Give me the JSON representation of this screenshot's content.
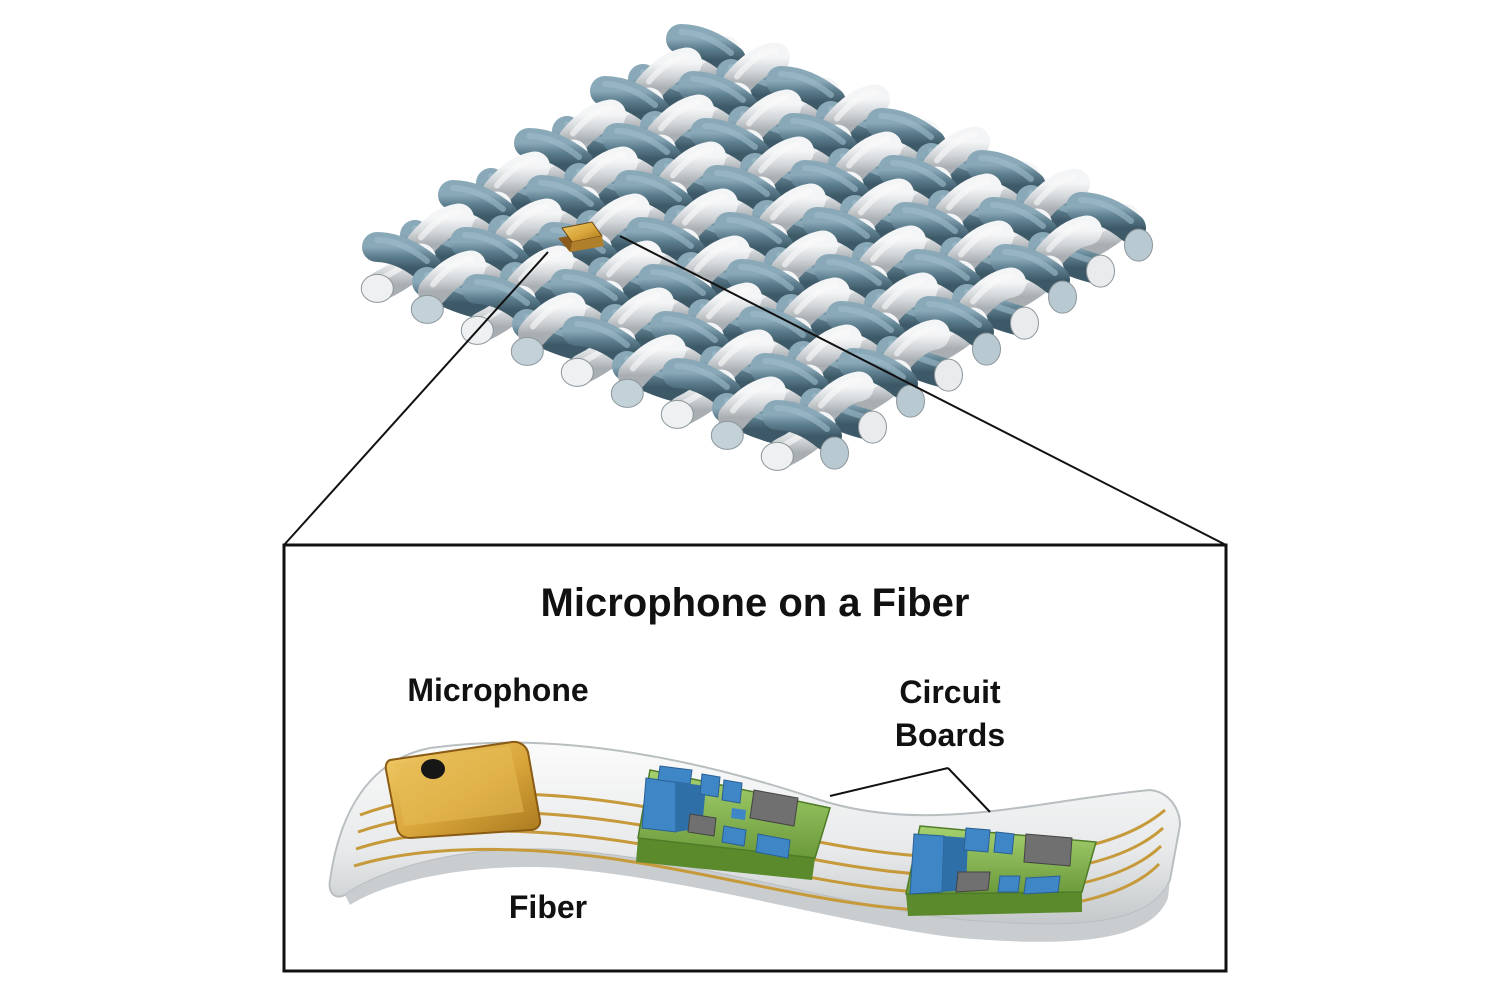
{
  "diagram": {
    "title": "Microphone on a Fiber",
    "labels": {
      "microphone": "Microphone",
      "circuit_line1": "Circuit",
      "circuit_line2": "Boards",
      "fiber": "Fiber"
    },
    "colors": {
      "blue_yarn": "#5e7f8f",
      "white_yarn": "#d4d8db",
      "microphone_gold": "#d8a53a",
      "board_green": "#86b94f",
      "component_blue": "#3f86c6",
      "chip_gray": "#707070",
      "fiber_white": "#eceeef",
      "trace_gold": "#c69a3a",
      "outline": "#111111"
    }
  }
}
